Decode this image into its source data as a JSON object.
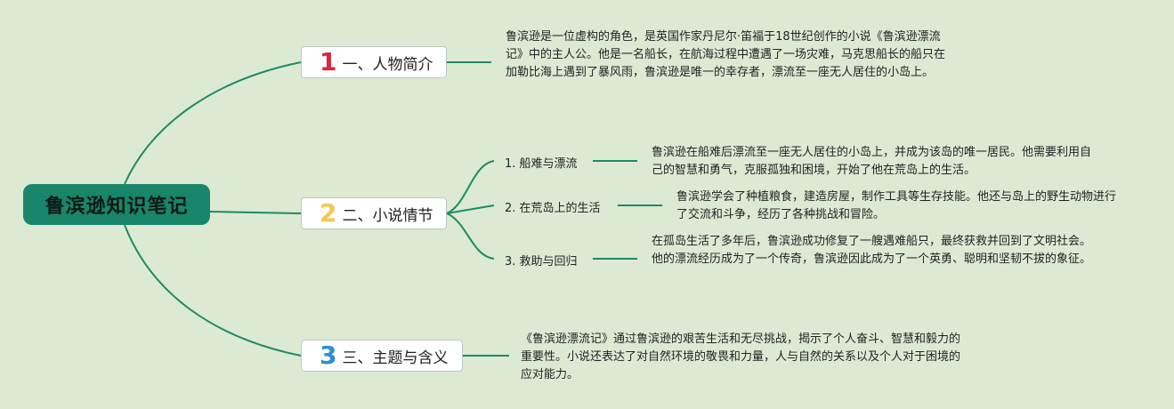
{
  "root": {
    "label": "鲁滨逊知识笔记"
  },
  "branches": [
    {
      "num": "1",
      "label": "一、人物简介",
      "color": "#d7263d",
      "text": "鲁滨逊是一位虚构的角色，是英国作家丹尼尔·笛福于18世纪创作的小说《鲁滨逊漂流记》中的主人公。他是一名船长，在航海过程中遭遇了一场灾难，马克思船长的船只在加勒比海上遇到了暴风雨，鲁滨逊是唯一的幸存者，漂流至一座无人居住的小岛上。"
    },
    {
      "num": "2",
      "label": "二、小说情节",
      "color": "#f2c94c"
    },
    {
      "num": "3",
      "label": "三、主题与含义",
      "color": "#2d8fd5",
      "text": "《鲁滨逊漂流记》通过鲁滨逊的艰苦生活和无尽挑战，揭示了个人奋斗、智慧和毅力的重要性。小说还表达了对自然环境的敬畏和力量，人与自然的关系以及个人对于困境的应对能力。"
    }
  ],
  "plot": [
    {
      "label": "1. 船难与漂流",
      "text": "鲁滨逊在船难后漂流至一座无人居住的小岛上，并成为该岛的唯一居民。他需要利用自己的智慧和勇气，克服孤独和困境，开始了他在荒岛上的生活。"
    },
    {
      "label": "2. 在荒岛上的生活",
      "text": "鲁滨逊学会了种植粮食，建造房屋，制作工具等生存技能。他还与岛上的野生动物进行了交流和斗争，经历了各种挑战和冒险。"
    },
    {
      "label": "3. 救助与回归",
      "text": "在孤岛生活了多年后，鲁滨逊成功修复了一艘遇难船只，最终获救并回到了文明社会。他的漂流经历成为了一个传奇，鲁滨逊因此成为了一个英勇、聪明和坚韧不拔的象征。"
    }
  ],
  "colors": {
    "background": "#dcead3",
    "line": "#1d8a63",
    "root": "#19856b"
  }
}
